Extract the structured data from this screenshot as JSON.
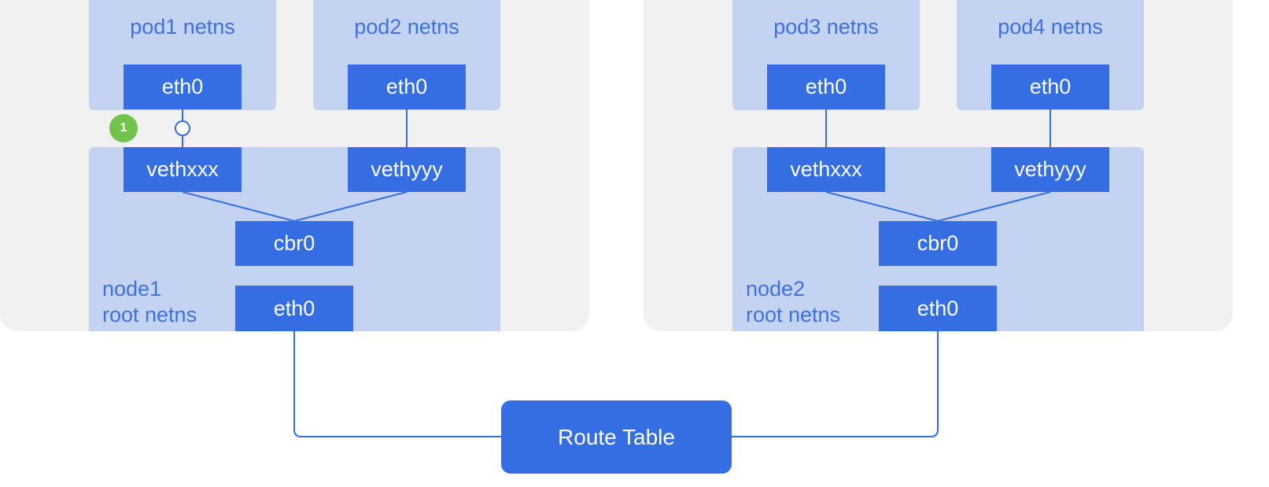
{
  "node1": {
    "pod1_label": "pod1 netns",
    "pod2_label": "pod2 netns",
    "root_label_line1": "node1",
    "root_label_line2": "root netns",
    "pod1_eth": "eth0",
    "pod2_eth": "eth0",
    "veth_a": "vethxxx",
    "veth_b": "vethyyy",
    "bridge": "cbr0",
    "node_eth": "eth0",
    "step_badge": "1"
  },
  "node2": {
    "pod3_label": "pod3 netns",
    "pod4_label": "pod4 netns",
    "root_label_line1": "node2",
    "root_label_line2": "root netns",
    "pod3_eth": "eth0",
    "pod4_eth": "eth0",
    "veth_a": "vethxxx",
    "veth_b": "vethyyy",
    "bridge": "cbr0",
    "node_eth": "eth0"
  },
  "route_table": "Route Table",
  "colors": {
    "node_bg": "#f1f1f1",
    "netns_bg": "#c5d3f2",
    "box": "#356de3",
    "label_text": "#3e72e1",
    "badge": "#71c44b"
  }
}
